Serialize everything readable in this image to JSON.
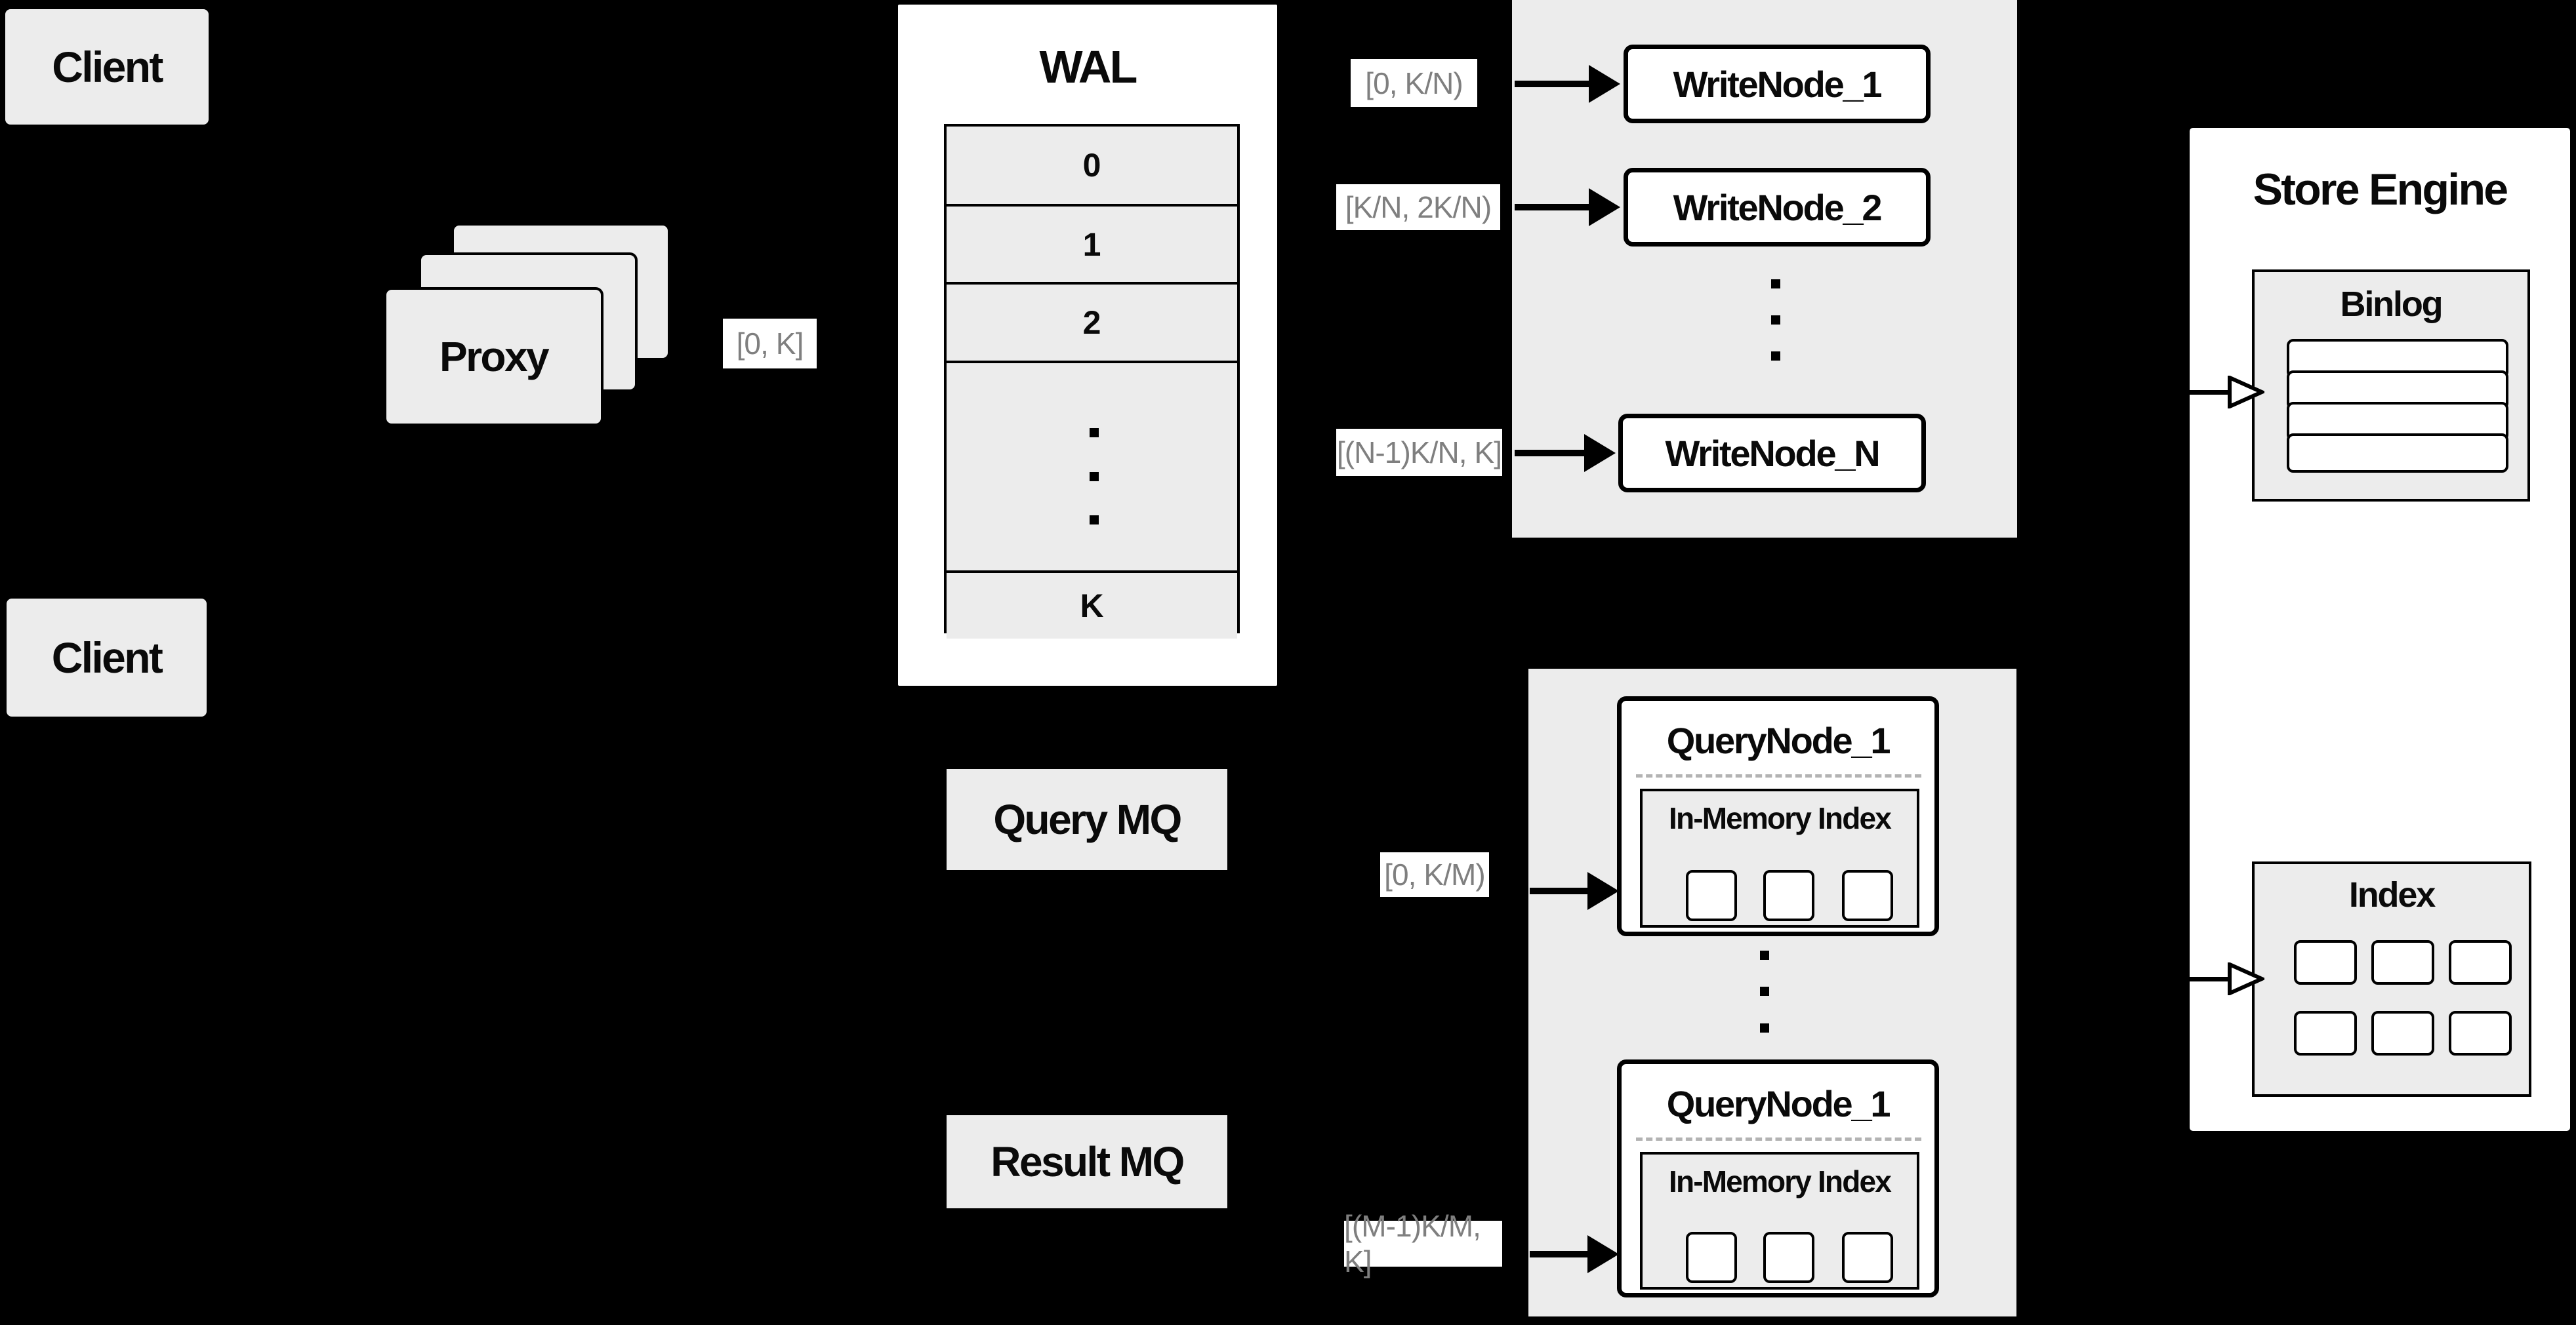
{
  "colors": {
    "background": "#000000",
    "panel_gray": "#ececec",
    "box_white": "#ffffff",
    "border_black": "#000000",
    "label_text_gray": "#7f7f7f",
    "dashed_divider_gray": "#b3b3b3"
  },
  "clients": {
    "top": "Client",
    "bottom": "Client"
  },
  "proxy": {
    "label": "Proxy"
  },
  "range_labels": {
    "proxy_to_wal": "[0, K]",
    "write_1": "[0, K/N)",
    "write_2": "[K/N, 2K/N)",
    "write_n": "[(N-1)K/N, K]",
    "query_top": "[0, K/M)",
    "query_bottom": "[(M-1)K/M, K]"
  },
  "wal": {
    "title": "WAL",
    "rows": [
      "0",
      "1",
      "2"
    ],
    "last_row": "K"
  },
  "write_nodes": {
    "node_1": "WriteNode_1",
    "node_2": "WriteNode_2",
    "node_n": "WriteNode_N"
  },
  "query_mq": {
    "label": "Query MQ"
  },
  "result_mq": {
    "label": "Result MQ"
  },
  "query_nodes": {
    "node_top": {
      "title": "QueryNode_1",
      "in_memory": "In-Memory Index"
    },
    "node_bottom": {
      "title": "QueryNode_1",
      "in_memory": "In-Memory Index"
    }
  },
  "store_engine": {
    "title": "Store Engine",
    "binlog": {
      "title": "Binlog"
    },
    "index": {
      "title": "Index"
    }
  }
}
